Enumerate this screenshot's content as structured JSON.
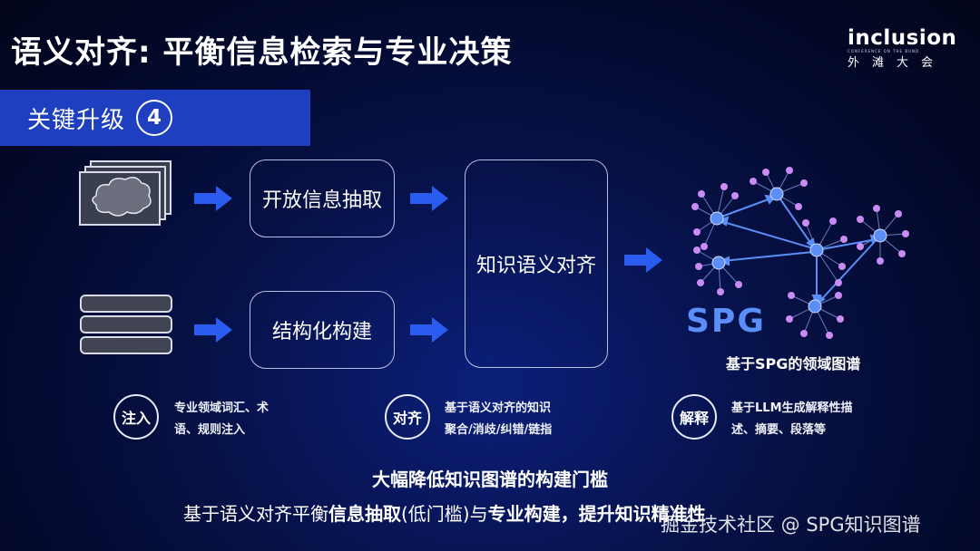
{
  "title": "语义对齐: 平衡信息检索与专业决策",
  "logo": {
    "main": "inclusion",
    "sub": "CONFERENCE ON THE BUND",
    "cn": "外滩大会"
  },
  "banner": {
    "label": "关键升级",
    "number": "4"
  },
  "flow": {
    "box_open_extraction": "开放信息抽取",
    "box_structured_build": "结构化构建",
    "box_alignment": "知识语义对齐",
    "spg_logo_text": "SPG",
    "spg_caption": "基于SPG的领域图谱"
  },
  "legend": [
    {
      "tag": "注入",
      "line1": "专业领域词汇、术",
      "line2": "语、规则注入"
    },
    {
      "tag": "对齐",
      "line1": "基于语义对齐的知识",
      "line2": "聚合/消歧/纠错/链指"
    },
    {
      "tag": "解释",
      "line1": "基于LLM生成解释性描",
      "line2": "述、摘要、段落等"
    }
  ],
  "summary": {
    "line1": "大幅降低知识图谱的构建门槛",
    "line2_a": "基于语义对齐平衡",
    "line2_b": "信息抽取",
    "line2_c": "(低门槛)与",
    "line2_d": "专业构建",
    "line2_e": "，",
    "line2_f": "提升知识精准性"
  },
  "watermark": "掘金技术社区 @ SPG知识图谱",
  "colors": {
    "accent_blue": "#1e3fbf",
    "arrow_blue": "#2b5cf0",
    "node_pink": "#c98cf5",
    "node_blue": "#4d8cf5"
  }
}
